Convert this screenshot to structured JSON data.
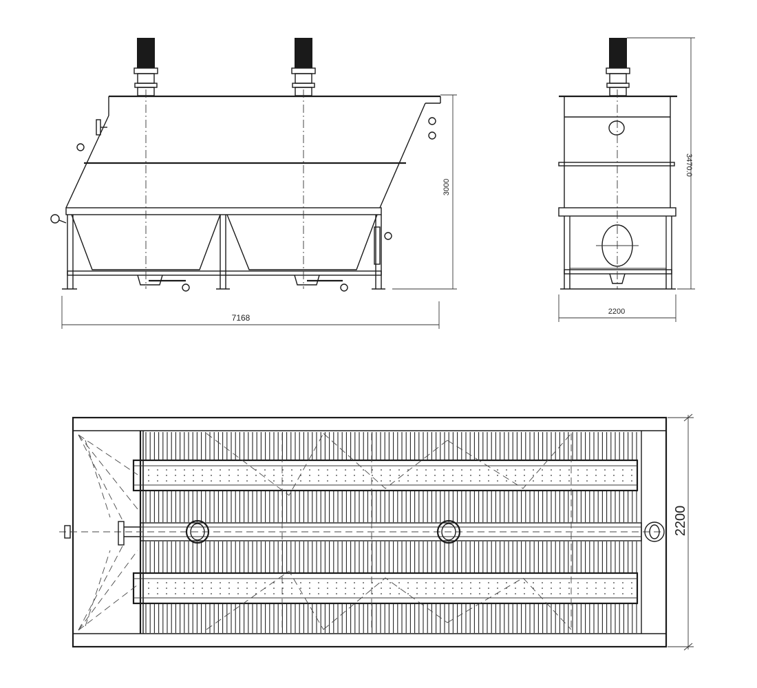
{
  "dimensions": {
    "front_length": "7168",
    "front_height": "3000",
    "side_width": "2200",
    "side_height": "3470.0",
    "plan_width": "2200"
  },
  "colors": {
    "line": "#1a1a1a",
    "background": "#ffffff"
  }
}
